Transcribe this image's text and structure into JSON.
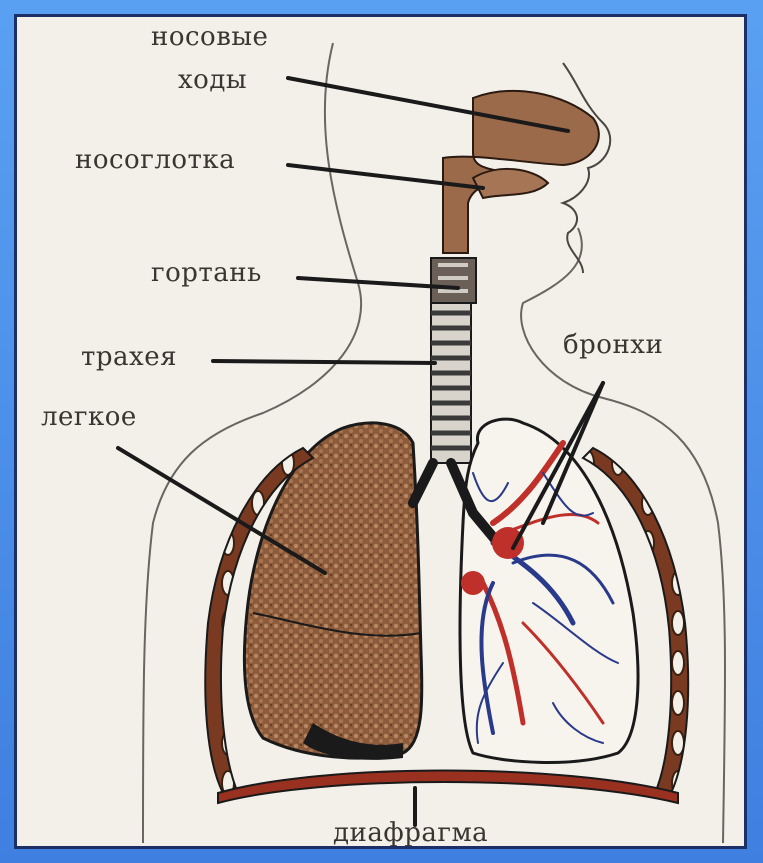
{
  "labels": {
    "nasal_line1": "носовые",
    "nasal_line2": "ходы",
    "nasopharynx": "носоглотка",
    "larynx": "гортань",
    "trachea": "трахея",
    "bronchi": "бронхи",
    "lung": "легкое",
    "diaphragm": "диафрагма"
  },
  "colors": {
    "background_frame": "#4a8fe8",
    "panel": "#f3f0ea",
    "nasal": "#9a6a4a",
    "lung": "#8a5a3a",
    "vessels_red": "#c0302a",
    "vessels_blue": "#2a3a8a",
    "outline": "#1c1c1c"
  }
}
